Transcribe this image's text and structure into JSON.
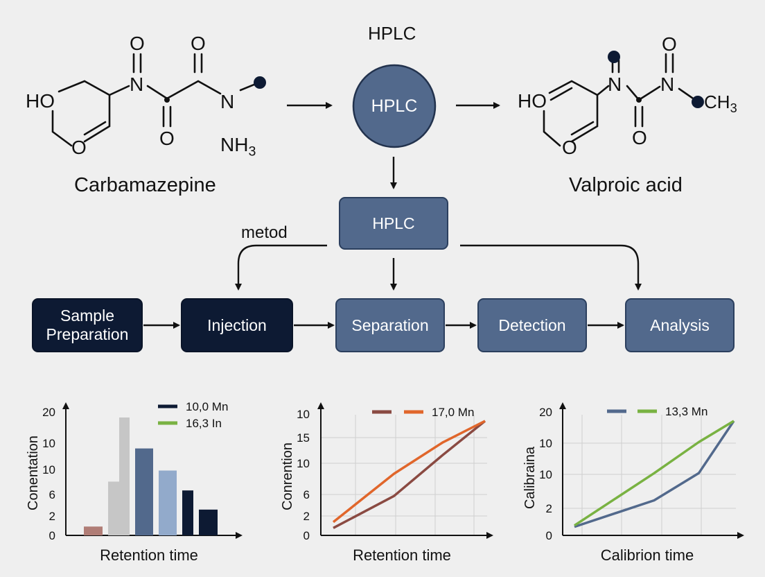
{
  "header": {
    "top_label": "HPLC",
    "circle_label": "HPLC",
    "box_label": "HPLC",
    "method_label": "metod"
  },
  "molecules": {
    "left": {
      "name": "Carbamazepine",
      "atoms": {
        "ho": "HO",
        "o_ring": "O",
        "n1": "N",
        "o1_top": "O",
        "o2_top": "O",
        "o_mid": "O",
        "n2": "N",
        "nh3": "NH3"
      }
    },
    "right": {
      "name": "Valproic acid",
      "atoms": {
        "ho": "HO",
        "o_ring": "O",
        "n1": "N",
        "n2": "N",
        "o_top": "O",
        "o_bottom": "O",
        "ch3": "CH3"
      }
    }
  },
  "workflow": {
    "steps": [
      {
        "label": "Sample Preparation",
        "style": "dark"
      },
      {
        "label": "Injection",
        "style": "dark"
      },
      {
        "label": "Separation",
        "style": "blue"
      },
      {
        "label": "Detection",
        "style": "blue"
      },
      {
        "label": "Analysis",
        "style": "blue"
      }
    ]
  },
  "colors": {
    "dark_box": "#0d1a33",
    "blue_box": "#52698c",
    "orange": "#e0662b",
    "brown": "#8a4a42",
    "green": "#79b242",
    "navy": "#0d1a33",
    "steel": "#52698c"
  },
  "chart_data": [
    {
      "type": "bar",
      "xlabel": "Retention time",
      "ylabel": "Conentation",
      "y_tick_labels": [
        "0",
        "2",
        "6",
        "10",
        "10",
        "20"
      ],
      "legend": [
        "10,0 Mn",
        "16,3 In"
      ],
      "legend_colors": [
        "#0d1a33",
        "#79b242"
      ],
      "values": [
        1.2,
        7.3,
        16.0,
        11.8,
        8.8,
        6.1,
        3.5
      ],
      "bar_colors": [
        "#b07d76",
        "#c6c6c6",
        "#c6c6c6",
        "#52698c",
        "#92aacb",
        "#0d1a33",
        "#0d1a33"
      ],
      "grid": false
    },
    {
      "type": "line",
      "xlabel": "Retention time",
      "ylabel": "Conrention",
      "y_tick_labels": [
        "0",
        "2",
        "6",
        "10",
        "15",
        "10"
      ],
      "legend": [
        "17,0 Mn"
      ],
      "grid": true,
      "series": [
        {
          "color": "#8a4a42",
          "x": [
            0,
            0.4,
            0.72,
            1
          ],
          "y": [
            1,
            5.3,
            10.8,
            15.4
          ]
        },
        {
          "color": "#e0662b",
          "x": [
            0,
            0.4,
            0.72,
            1
          ],
          "y": [
            1.8,
            8.3,
            12.5,
            15.4
          ]
        }
      ]
    },
    {
      "type": "line",
      "xlabel": "Calibrion time",
      "ylabel": "Calibraina",
      "y_tick_labels": [
        "0",
        "2",
        "10",
        "10",
        "20"
      ],
      "legend": [
        "13,3 Mn"
      ],
      "grid": true,
      "series": [
        {
          "color": "#52698c",
          "x": [
            0,
            0.5,
            0.78,
            1
          ],
          "y": [
            1.3,
            5.3,
            9.4,
            17.3
          ]
        },
        {
          "color": "#79b242",
          "x": [
            0,
            0.5,
            0.78,
            1
          ],
          "y": [
            1.5,
            9.4,
            14.1,
            17.3
          ]
        }
      ]
    }
  ]
}
